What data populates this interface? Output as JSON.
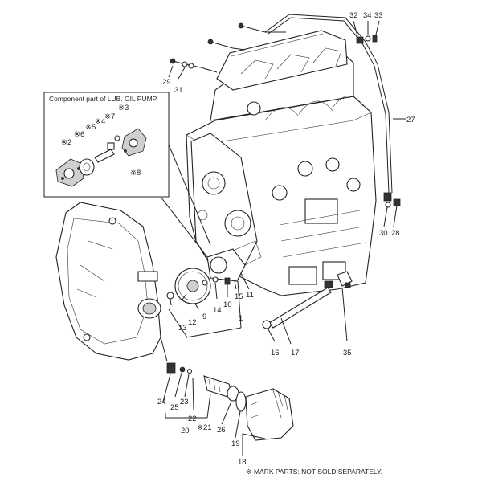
{
  "inset": {
    "title": "Component part of LUB. OIL PUMP",
    "labels": [
      "※3",
      "※7",
      "※4",
      "※5",
      "※6",
      "※2",
      "※8"
    ]
  },
  "callouts": [
    "32",
    "34",
    "33",
    "27",
    "29",
    "31",
    "30",
    "28",
    "10",
    "11",
    "15",
    "14",
    "9",
    "12",
    "13",
    "1",
    "16",
    "17",
    "35",
    "24",
    "25",
    "23",
    "22",
    "※21",
    "20",
    "26",
    "19",
    "18"
  ],
  "footnote": "※-MARK PARTS: NOT SOLD SEPARATELY."
}
